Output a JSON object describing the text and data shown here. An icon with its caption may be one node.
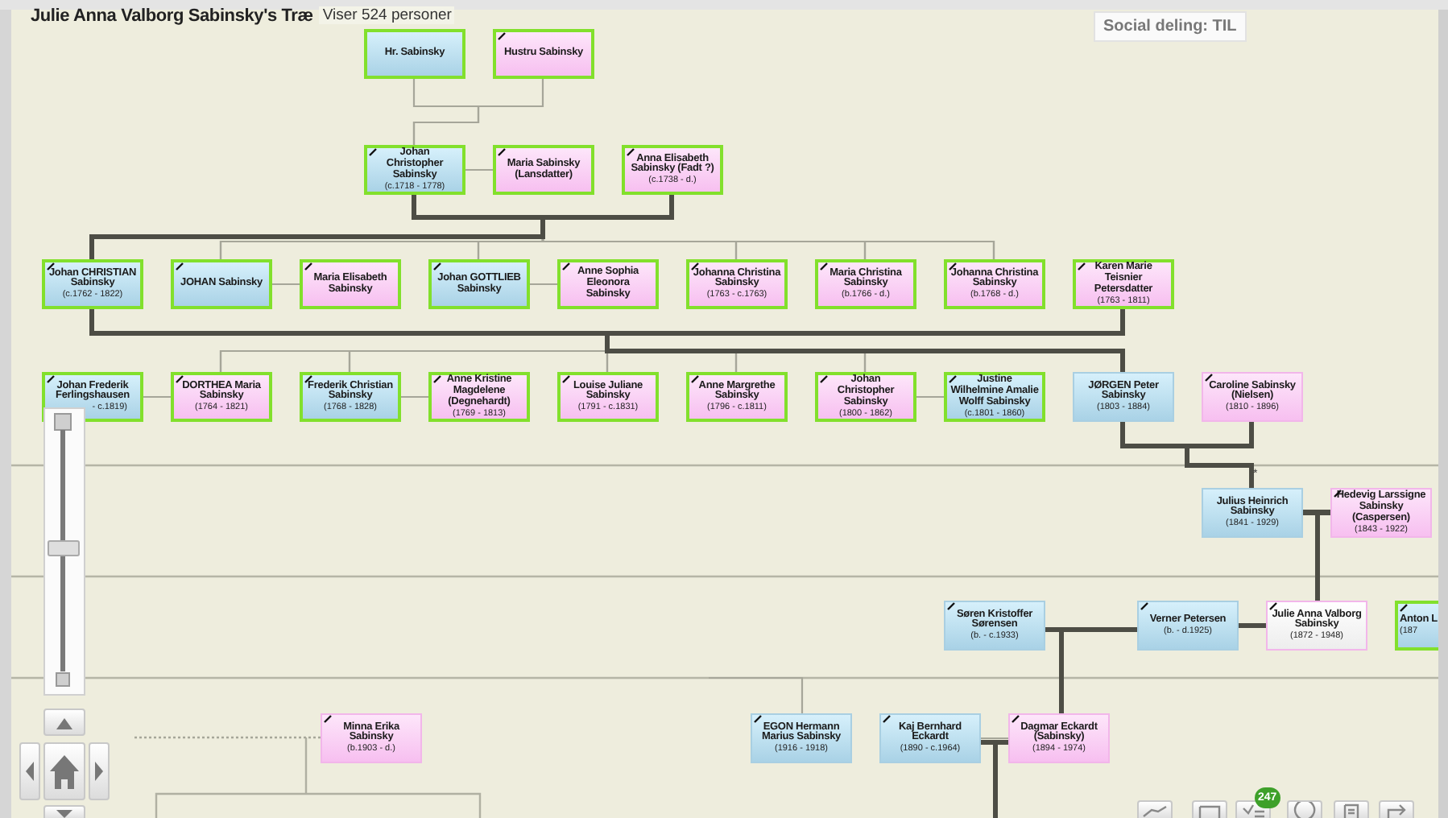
{
  "diagram": {
    "title": "Julie Anna Valborg Sabinsky's Træ",
    "nodes": [
      {
        "text": [
          "Hr. Sabinsky"
        ]
      },
      {
        "text": [
          "Hustru Sabinsky"
        ]
      },
      {
        "text": [
          "Johan Christopher Sabinsky",
          "(c.1718 - 1778)"
        ]
      },
      {
        "text": [
          "Maria Sabinsky (Lansdatter)"
        ]
      },
      {
        "text": [
          "Anna Elisabeth Sabinsky (Fadt ?)",
          "(c.1738 - d.)"
        ]
      },
      {
        "text": [
          "Johan CHRISTIAN Sabinsky",
          "(c.1762 - 1822)"
        ]
      },
      {
        "text": [
          "JOHAN Sabinsky"
        ]
      },
      {
        "text": [
          "Maria Elisabeth Sabinsky"
        ]
      },
      {
        "text": [
          "Johan GOTTLIEB Sabinsky"
        ]
      },
      {
        "text": [
          "Anne Sophia Eleonora Sabinsky"
        ]
      },
      {
        "text": [
          "Johanna Christina Sabinsky",
          "(1763 - c.1763)"
        ]
      },
      {
        "text": [
          "Maria Christina Sabinsky",
          "(b.1766 - d.)"
        ]
      },
      {
        "text": [
          "Johanna Christina Sabinsky",
          "(b.1768 - d.)"
        ]
      },
      {
        "text": [
          "Karen Marie Teisnier Petersdatter",
          "(1763 - 1811)"
        ]
      },
      {
        "text": [
          "Johan Frederik Ferlingshausen",
          "- c.1819)"
        ]
      },
      {
        "text": [
          "DORTHEA Maria Sabinsky",
          "(1764 - 1821)"
        ]
      },
      {
        "text": [
          "Frederik Christian Sabinsky",
          "(1768 - 1828)"
        ]
      },
      {
        "text": [
          "Anne Kristine Magdelene (Degnehardt)",
          "(1769 - 1813)"
        ]
      },
      {
        "text": [
          "Louise Juliane Sabinsky",
          "(1791 - c.1831)"
        ]
      },
      {
        "text": [
          "Anne Margrethe Sabinsky",
          "(1796 - c.1811)"
        ]
      },
      {
        "text": [
          "Johan Christopher Sabinsky",
          "(1800 - 1862)"
        ]
      },
      {
        "text": [
          "Justine Wilhelmine Amalie Wolff Sabinsky",
          "(c.1801 - 1860)"
        ]
      },
      {
        "text": [
          "JØRGEN Peter Sabinsky",
          "(1803 - 1884)"
        ]
      },
      {
        "text": [
          "Caroline Sabinsky (Nielsen)",
          "(1810 - 1896)"
        ]
      },
      {
        "text": [
          "Julius Heinrich Sabinsky",
          "(1841 - 1929)"
        ]
      },
      {
        "text": [
          "Hedevig Larssigne Sabinsky (Caspersen)",
          "(1843 - 1922)"
        ]
      },
      {
        "text": [
          "Søren Kristoffer Sørensen",
          "(b. - c.1933)"
        ]
      },
      {
        "text": [
          "Verner Petersen",
          "(b. - d.1925)"
        ]
      },
      {
        "text": [
          "Julie Anna Valborg Sabinsky",
          "(1872 - 1948)"
        ]
      },
      {
        "text": [
          "Anton L",
          "(187"
        ]
      },
      {
        "text": [
          "Minna Erika Sabinsky",
          "(b.1903 - d.)"
        ]
      },
      {
        "text": [
          "EGON Hermann Marius Sabinsky",
          "(1916 - 1918)"
        ]
      },
      {
        "text": [
          "Kaj Bernhard Eckardt",
          "(1890 - c.1964)"
        ]
      },
      {
        "text": [
          "Dagmar Eckardt (Sabinsky)",
          "(1894 - 1974)"
        ]
      }
    ],
    "edges": [
      {
        "from": 0,
        "to": 2,
        "arrow": "none"
      },
      {
        "from": 1,
        "to": 2,
        "arrow": "none"
      },
      {
        "from": 2,
        "to": 3,
        "arrow": "none"
      },
      {
        "from": 2,
        "to": 5,
        "arrow": "none",
        "style": "thick",
        "color": "#4d4d45"
      },
      {
        "from": 4,
        "to": 5,
        "arrow": "none",
        "style": "thick",
        "color": "#4d4d45"
      },
      {
        "from": 2,
        "to": 6,
        "arrow": "none"
      },
      {
        "from": 2,
        "to": 8,
        "arrow": "none"
      },
      {
        "from": 2,
        "to": 10,
        "arrow": "none"
      },
      {
        "from": 2,
        "to": 11,
        "arrow": "none"
      },
      {
        "from": 2,
        "to": 12,
        "arrow": "none"
      },
      {
        "from": 4,
        "to": 6,
        "arrow": "none"
      },
      {
        "from": 4,
        "to": 8,
        "arrow": "none"
      },
      {
        "from": 4,
        "to": 10,
        "arrow": "none"
      },
      {
        "from": 4,
        "to": 11,
        "arrow": "none"
      },
      {
        "from": 4,
        "to": 12,
        "arrow": "none"
      },
      {
        "from": 6,
        "to": 7,
        "arrow": "none"
      },
      {
        "from": 8,
        "to": 9,
        "arrow": "none"
      },
      {
        "from": 5,
        "to": 22,
        "arrow": "none",
        "style": "thick",
        "color": "#4d4d45"
      },
      {
        "from": 13,
        "to": 22,
        "arrow": "none",
        "style": "thick",
        "color": "#4d4d45"
      },
      {
        "from": 5,
        "to": 15,
        "arrow": "none"
      },
      {
        "from": 5,
        "to": 16,
        "arrow": "none"
      },
      {
        "from": 5,
        "to": 18,
        "arrow": "none"
      },
      {
        "from": 5,
        "to": 19,
        "arrow": "none"
      },
      {
        "from": 5,
        "to": 20,
        "arrow": "none"
      },
      {
        "from": 13,
        "to": 15,
        "arrow": "none"
      },
      {
        "from": 13,
        "to": 16,
        "arrow": "none"
      },
      {
        "from": 13,
        "to": 18,
        "arrow": "none"
      },
      {
        "from": 13,
        "to": 19,
        "arrow": "none"
      },
      {
        "from": 13,
        "to": 20,
        "arrow": "none"
      },
      {
        "from": 14,
        "to": 15,
        "arrow": "none"
      },
      {
        "from": 16,
        "to": 17,
        "arrow": "none"
      },
      {
        "from": 20,
        "to": 21,
        "arrow": "none"
      },
      {
        "from": 22,
        "to": 24,
        "arrow": "none",
        "style": "thick",
        "color": "#4d4d45"
      },
      {
        "from": 23,
        "to": 24,
        "arrow": "none",
        "style": "thick",
        "color": "#4d4d45"
      },
      {
        "from": 24,
        "to": 25,
        "arrow": "none",
        "style": "thick",
        "color": "#4d4d45"
      },
      {
        "from": 24,
        "to": 28,
        "arrow": "none",
        "style": "thick",
        "color": "#4d4d45"
      },
      {
        "from": 25,
        "to": 28,
        "arrow": "none",
        "style": "thick",
        "color": "#4d4d45"
      },
      {
        "from": 26,
        "to": 33,
        "arrow": "none",
        "style": "thick",
        "color": "#4d4d45"
      },
      {
        "from": 27,
        "to": 33,
        "arrow": "none",
        "style": "thick",
        "color": "#4d4d45"
      },
      {
        "from": 27,
        "to": 28,
        "arrow": "none",
        "style": "thick",
        "color": "#4d4d45"
      },
      {
        "from": 32,
        "to": 33,
        "arrow": "none"
      },
      {
        "from": 32,
        "to": null,
        "arrow": "none",
        "style": "thick",
        "color": "#4d4d45"
      },
      {
        "from": 33,
        "to": null,
        "arrow": "none",
        "style": "thick",
        "color": "#4d4d45"
      },
      {
        "from": 31,
        "to": null,
        "arrow": "none"
      },
      {
        "from": 30,
        "to": null,
        "arrow": "none",
        "style": "dashed"
      }
    ],
    "labels": [
      "Viser 524 personer",
      "Social deling: TIL",
      "*",
      "247"
    ]
  }
}
